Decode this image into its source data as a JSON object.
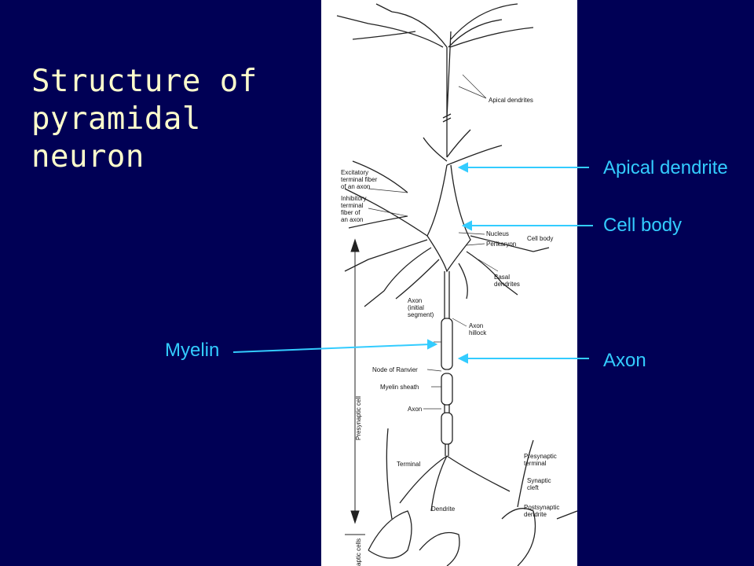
{
  "slide": {
    "title_line1": "Structure of",
    "title_line2": "pyramidal neuron",
    "title_color": "#ffffcc",
    "background_color": "#000055",
    "callout_color": "#33ccff"
  },
  "callouts": {
    "apical_dendrite": "Apical dendrite",
    "cell_body": "Cell body",
    "myelin": "Myelin",
    "axon": "Axon"
  },
  "figure_labels": {
    "apical_dendrites": "Apical dendrites",
    "excitatory": [
      "Excitatory",
      "terminal fiber",
      "of an axon"
    ],
    "inhibitory": [
      "Inhibitory",
      "terminal",
      "fiber of",
      "an axon"
    ],
    "nucleus": "Nucleus",
    "perikaryon": "Perikaryon",
    "cell_body": "Cell body",
    "basal_dendrites": [
      "Basal",
      "dendrites"
    ],
    "axon_initial": [
      "Axon",
      "(initial",
      "segment)"
    ],
    "axon_hillock": [
      "Axon",
      "hillock"
    ],
    "node_of_ranvier": "Node of Ranvier",
    "myelin_sheath": "Myelin sheath",
    "axon": "Axon",
    "presynaptic_cell": "Presynaptic cell",
    "terminal": "Terminal",
    "presynaptic_terminal": [
      "Presynaptic",
      "terminal"
    ],
    "synaptic_cleft": [
      "Synaptic",
      "cleft"
    ],
    "postsynaptic_dendrite": [
      "Postsynaptic",
      "dendrite"
    ],
    "dendrite": "Dendrite",
    "postsynaptic_cells": "aptic cells"
  }
}
